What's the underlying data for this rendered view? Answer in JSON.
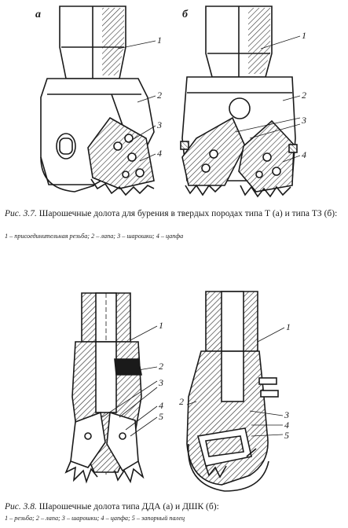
{
  "figure_1": {
    "panel_a": "а",
    "panel_b": "б",
    "callouts_a": [
      "1",
      "2",
      "3",
      "4"
    ],
    "callouts_b": [
      "1",
      "2",
      "3",
      "4"
    ],
    "caption_label": "Рис. 3.7.",
    "caption_title": "Шарошечные долота для бурения в твердых породах типа Т (а) и типа ТЗ (б):",
    "legend": "1 – присоединительная резьба; 2 – лапа; 3 – шарошки; 4 – цапфа"
  },
  "figure_2": {
    "callouts_a": [
      "1",
      "2",
      "3",
      "4",
      "5"
    ],
    "callouts_b": [
      "1",
      "2",
      "3",
      "4",
      "5"
    ],
    "caption_label": "Рис. 3.8.",
    "caption_title": "Шарошечные долота типа ДДА (а) и ДШК (б):",
    "legend": "1 – резьба; 2 – лапа; 3 – шарошки; 4 – цапфа; 5 – запорный палец"
  }
}
